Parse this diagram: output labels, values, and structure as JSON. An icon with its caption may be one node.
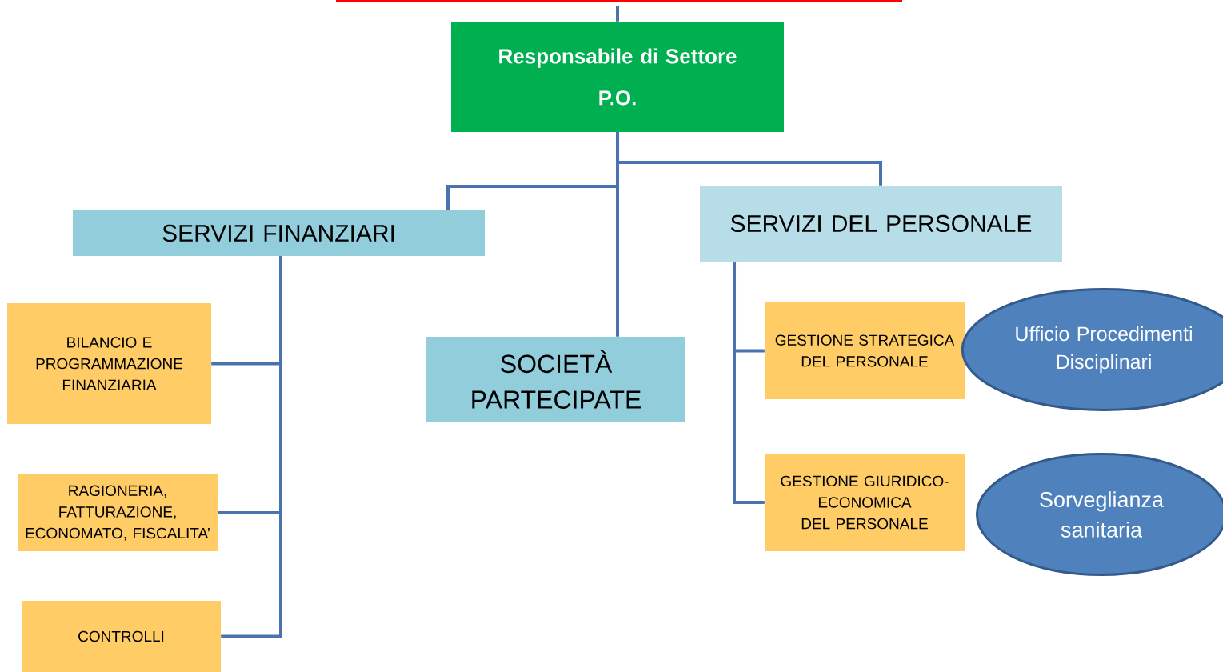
{
  "diagram": {
    "nodes": [
      {
        "text": [
          "Responsabile di Settore",
          "P.O."
        ]
      },
      {
        "text": [
          "SERVIZI FINANZIARI"
        ]
      },
      {
        "text": [
          "SOCIETÀ PARTECIPATE"
        ]
      },
      {
        "text": [
          "SERVIZI DEL PERSONALE"
        ]
      },
      {
        "text": [
          "BILANCIO E PROGRAMMAZIONE FINANZIARIA"
        ]
      },
      {
        "text": [
          "RAGIONERIA, FATTURAZIONE, ECONOMATO, FISCALITA’"
        ]
      },
      {
        "text": [
          "CONTROLLI"
        ]
      },
      {
        "text": [
          "GESTIONE STRATEGICA DEL PERSONALE"
        ]
      },
      {
        "text": [
          "GESTIONE GIURIDICO-ECONOMICA DEL PERSONALE"
        ]
      },
      {
        "text": [
          "Ufficio Procedimenti Disciplinari"
        ]
      },
      {
        "text": [
          "Sorveglianza sanitaria"
        ]
      }
    ],
    "edges": [
      {
        "from": null,
        "to": 0,
        "arrow": "none"
      },
      {
        "from": 0,
        "to": 1,
        "arrow": "none"
      },
      {
        "from": 0,
        "to": 2,
        "arrow": "none"
      },
      {
        "from": 0,
        "to": 3,
        "arrow": "none"
      },
      {
        "from": 1,
        "to": 4,
        "arrow": "none"
      },
      {
        "from": 1,
        "to": 5,
        "arrow": "none"
      },
      {
        "from": 1,
        "to": 6,
        "arrow": "none"
      },
      {
        "from": 3,
        "to": 7,
        "arrow": "none"
      },
      {
        "from": 3,
        "to": 8,
        "arrow": "none"
      }
    ]
  }
}
